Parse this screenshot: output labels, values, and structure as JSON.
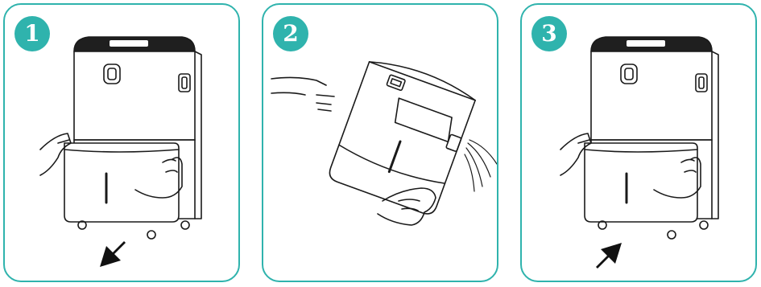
{
  "panels": [
    {
      "number": "1",
      "action": "pull-out"
    },
    {
      "number": "2",
      "action": "empty"
    },
    {
      "number": "3",
      "action": "push-in"
    }
  ],
  "colors": {
    "frame": "#2fb3ad",
    "badge": "#2fb3ad",
    "line": "#1a1a1a",
    "arrow": "#111111"
  }
}
